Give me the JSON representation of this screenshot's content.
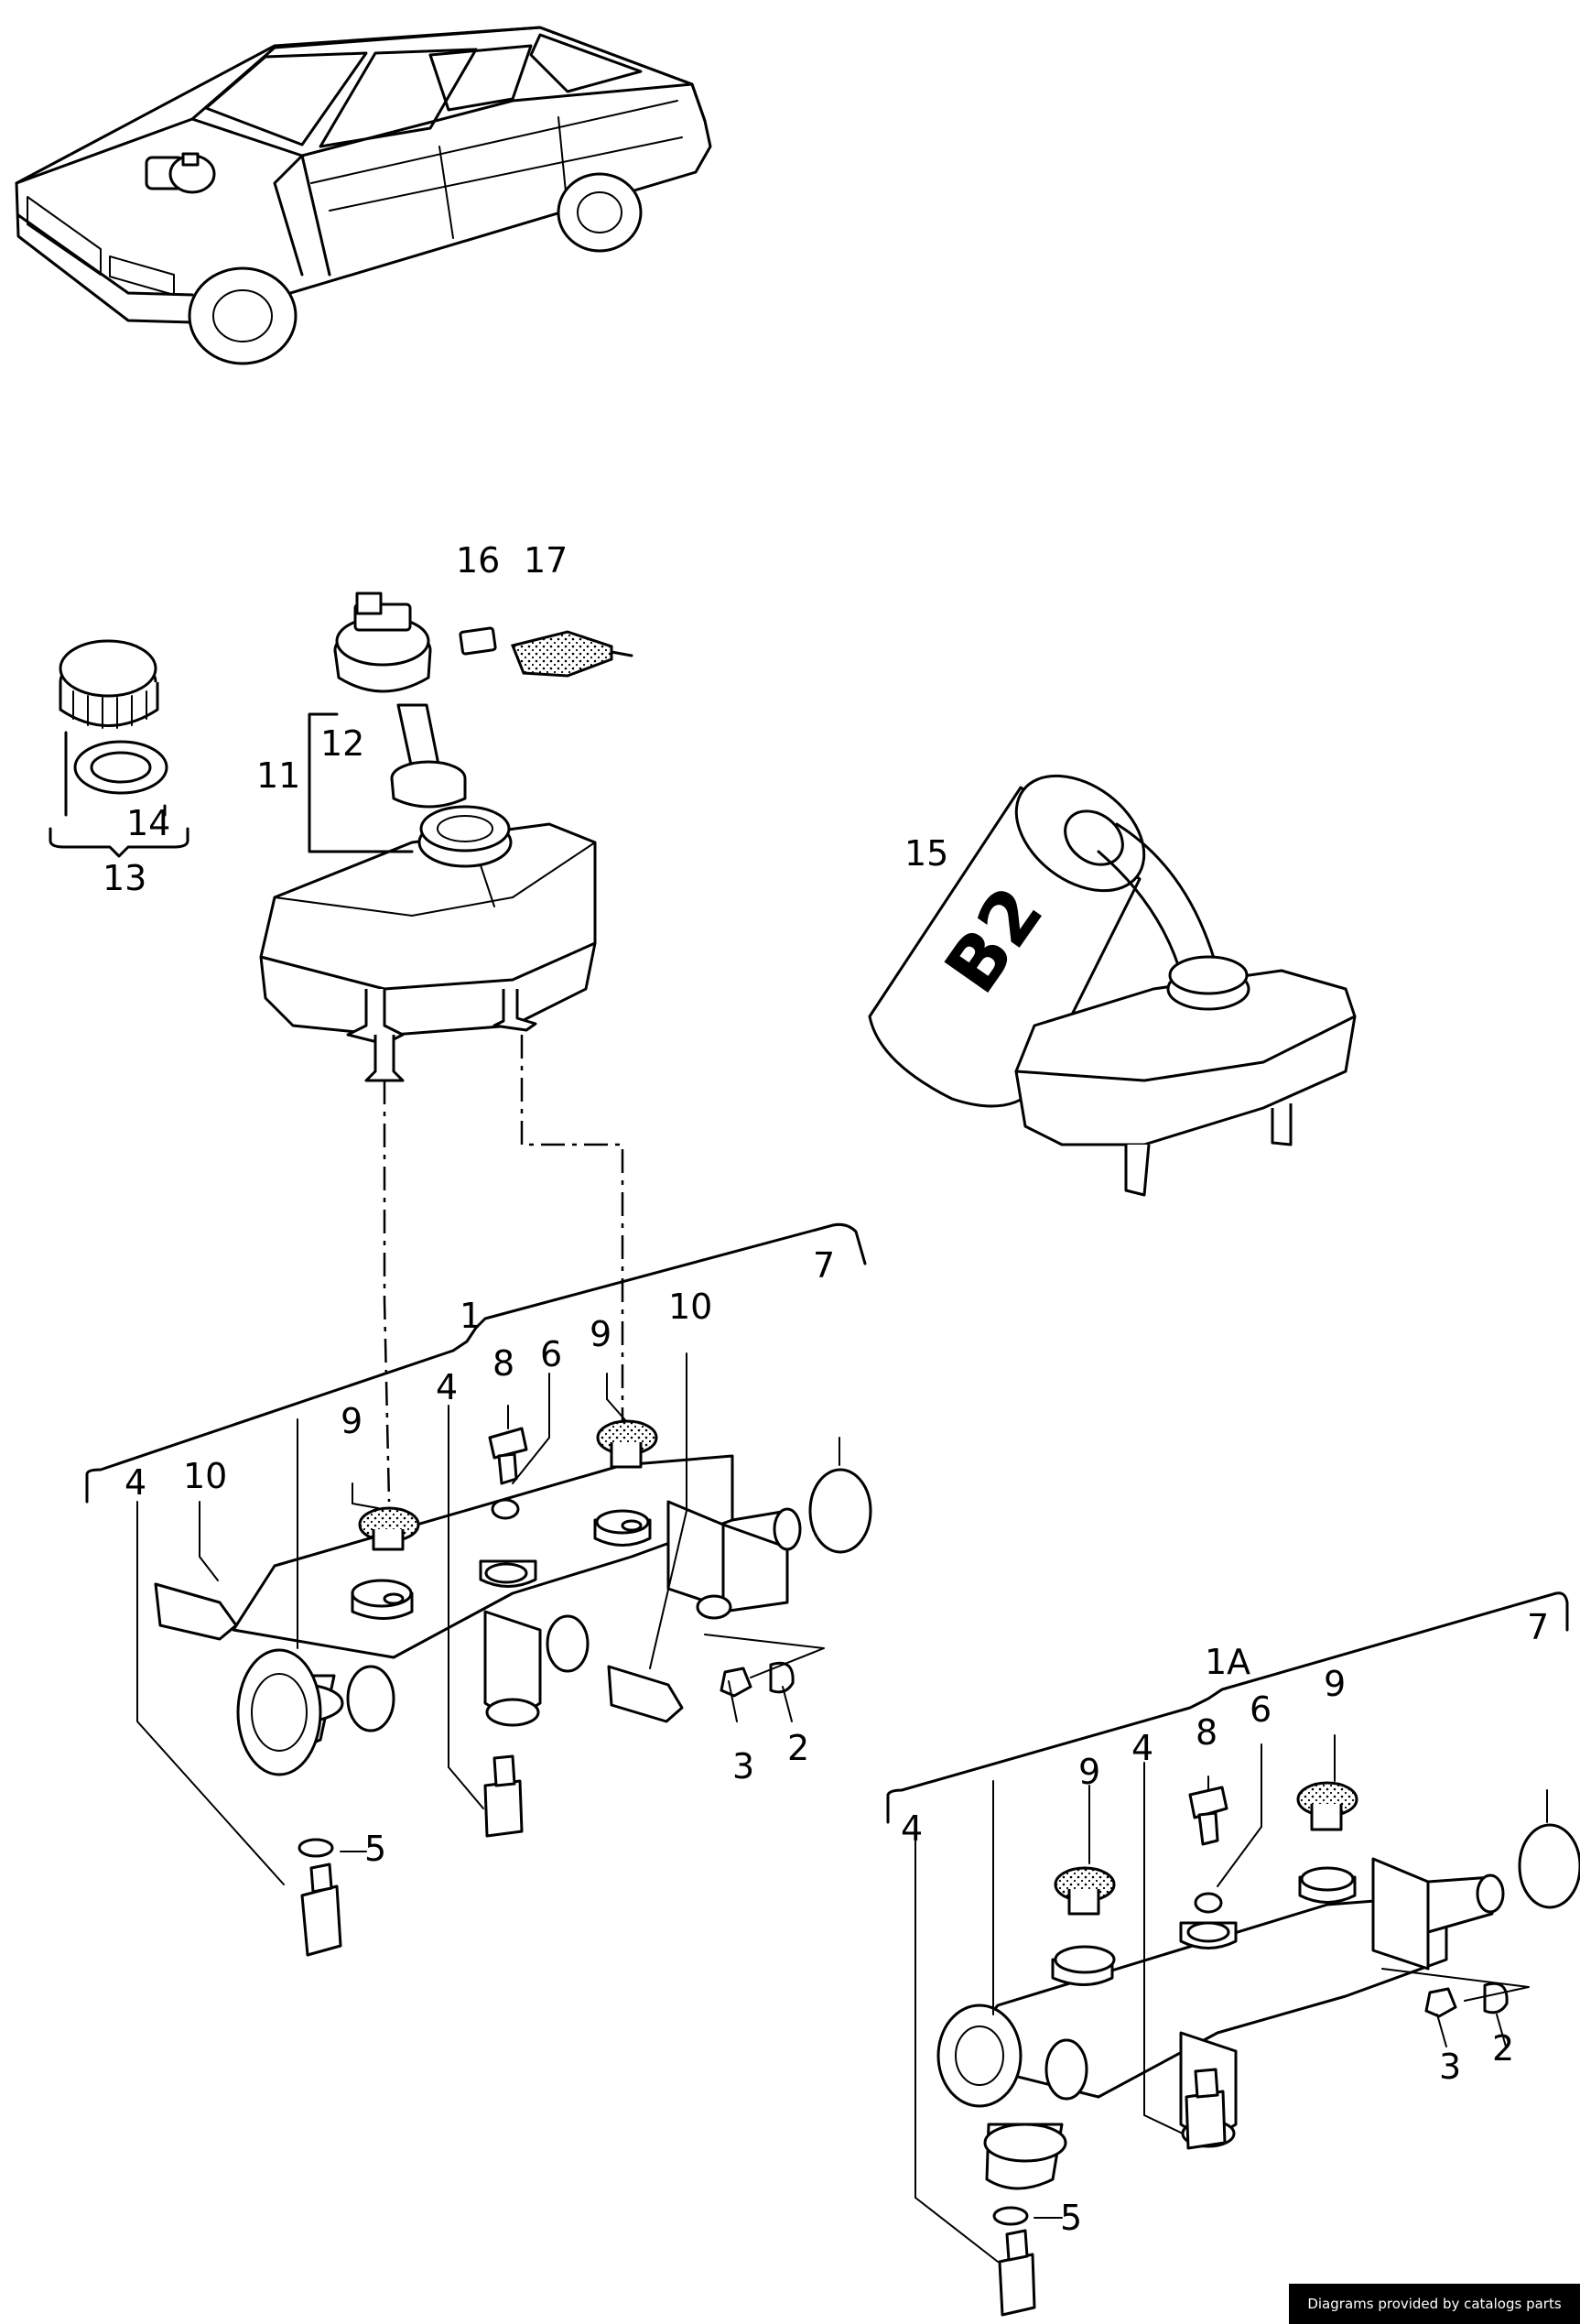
{
  "callouts": {
    "c1": "1",
    "c1a": "1A",
    "c2": "2",
    "c3": "3",
    "c4": "4",
    "c5": "5",
    "c6": "6",
    "c7": "7",
    "c8": "8",
    "c9": "9",
    "c10": "10",
    "c11": "11",
    "c12": "12",
    "c13": "13",
    "c14": "14",
    "c15": "15",
    "c16": "16",
    "c17": "17",
    "c2b": "2",
    "c3b": "3",
    "c4b": "4",
    "c5b": "5",
    "c6b": "6",
    "c7b": "7",
    "c8b": "8",
    "c9b": "9"
  },
  "bottle_label": "B2",
  "credit": "Diagrams provided by catalogs parts",
  "colors": {
    "line": "#000000",
    "background": "#ffffff",
    "credit_bg": "#000000",
    "credit_text": "#ffffff"
  }
}
